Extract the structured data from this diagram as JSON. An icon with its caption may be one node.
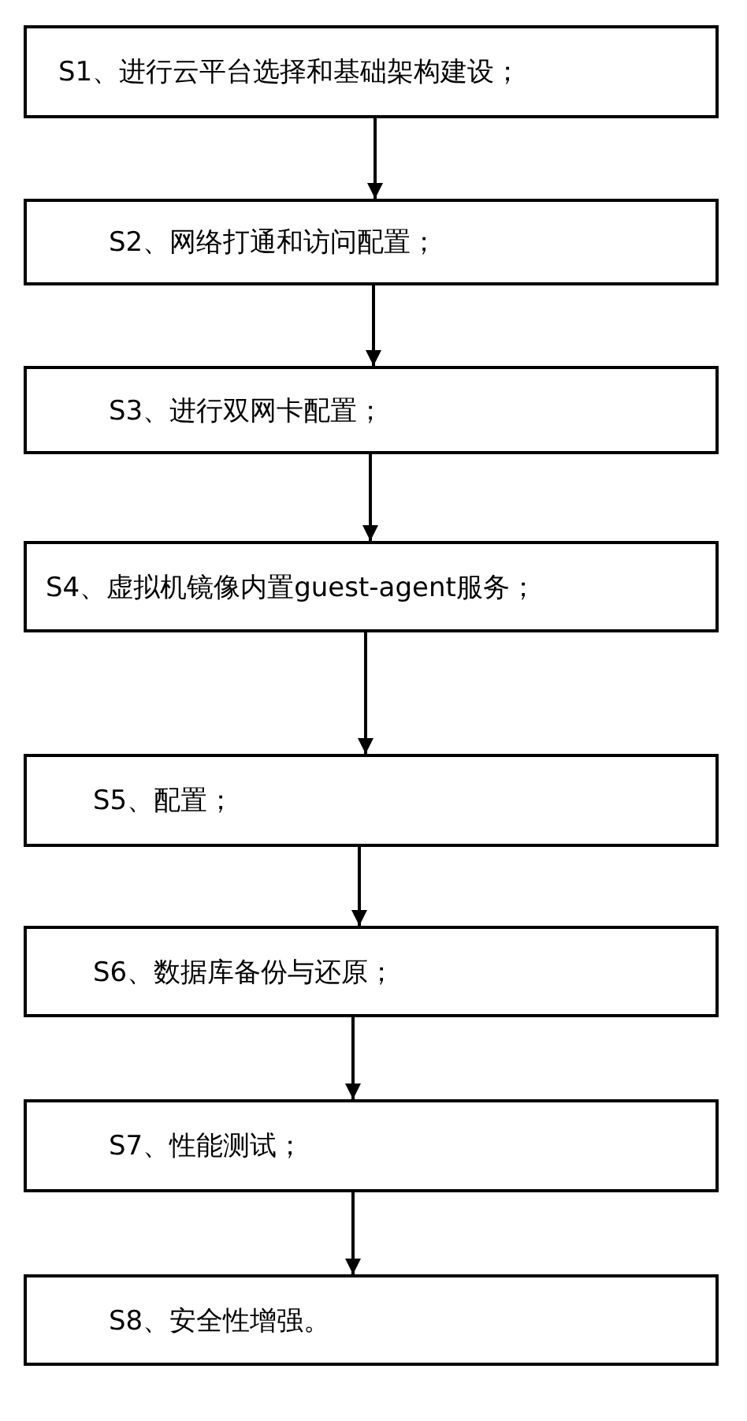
{
  "diagram": {
    "nodes": [
      {
        "text": [
          "S1、进行云平台选择和基础架构建设；"
        ]
      },
      {
        "text": [
          "S2、网络打通和访问配置；"
        ]
      },
      {
        "text": [
          "S3、进行双网卡配置；"
        ]
      },
      {
        "text": [
          "S4、虚拟机镜像内置guest-agent服务；"
        ]
      },
      {
        "text": [
          "S5、配置；"
        ]
      },
      {
        "text": [
          "S6、数据库备份与还原；"
        ]
      },
      {
        "text": [
          "S7、性能测试；"
        ]
      },
      {
        "text": [
          "S8、安全性增强。"
        ]
      }
    ],
    "edges": [
      {
        "from": 0,
        "to": 1,
        "arrow": "to"
      },
      {
        "from": 1,
        "to": 2,
        "arrow": "to"
      },
      {
        "from": 2,
        "to": 3,
        "arrow": "to"
      },
      {
        "from": 3,
        "to": 4,
        "arrow": "to"
      },
      {
        "from": 4,
        "to": 5,
        "arrow": "to"
      },
      {
        "from": 5,
        "to": 6,
        "arrow": "to"
      },
      {
        "from": 6,
        "to": 7,
        "arrow": "to"
      }
    ]
  }
}
